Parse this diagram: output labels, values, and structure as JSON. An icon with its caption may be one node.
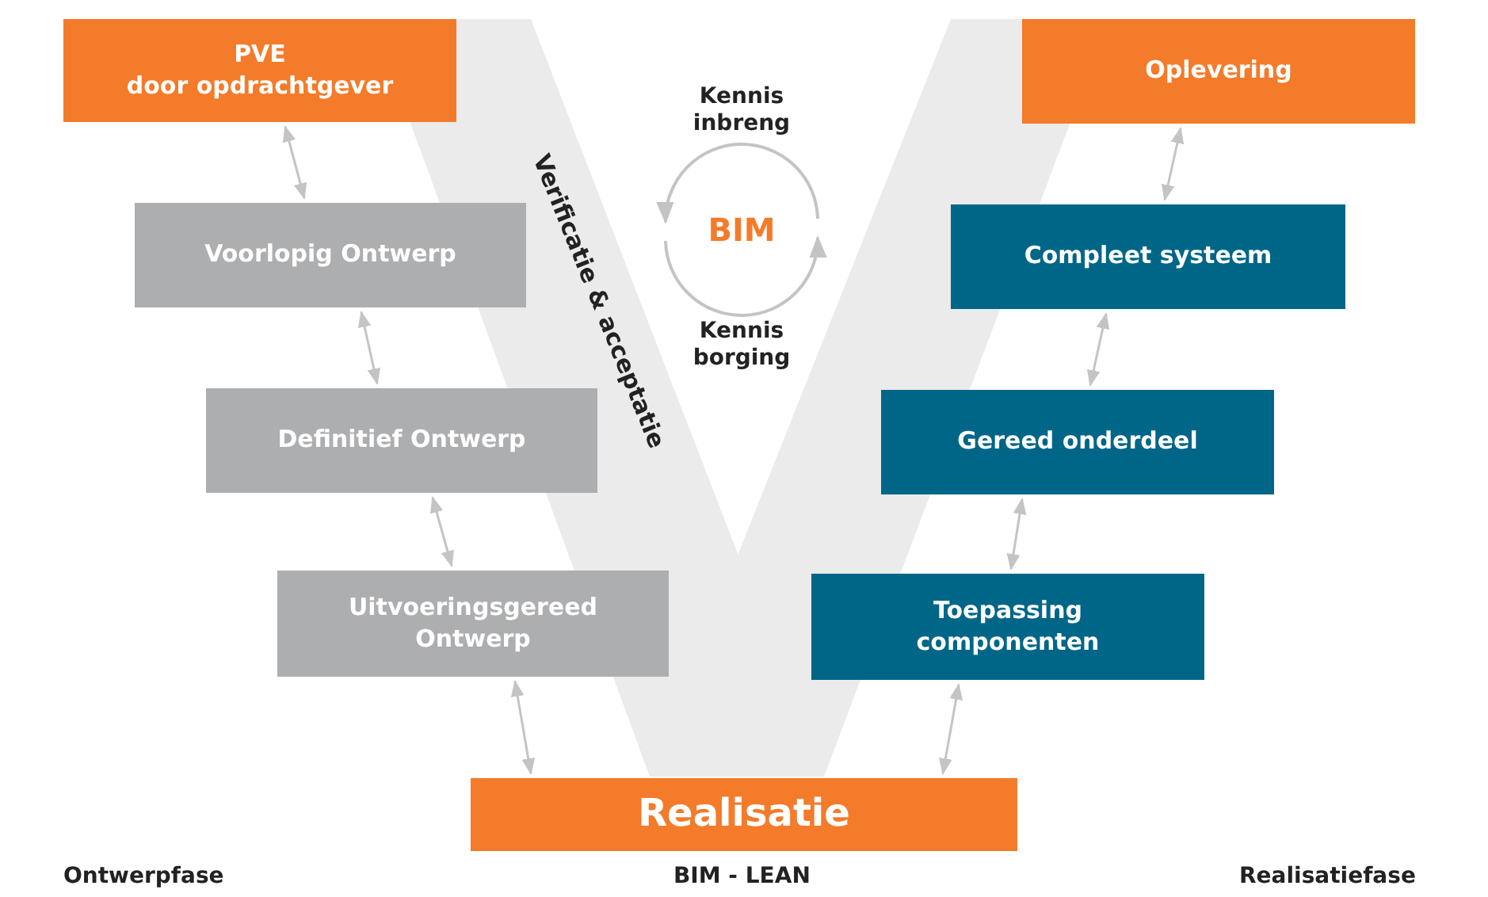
{
  "diagram": {
    "nodes": [
      {
        "text": [
          "PVE",
          "door opdrachtgever"
        ]
      },
      {
        "text": [
          "Voorlopig Ontwerp"
        ]
      },
      {
        "text": [
          "Definitief Ontwerp"
        ]
      },
      {
        "text": [
          "Uitvoeringsgereed Ontwerp"
        ]
      },
      {
        "text": [
          "Realisatie"
        ]
      },
      {
        "text": [
          "Toepassing componenten"
        ]
      },
      {
        "text": [
          "Gereed onderdeel"
        ]
      },
      {
        "text": [
          "Compleet systeem"
        ]
      },
      {
        "text": [
          "Oplevering"
        ]
      },
      {
        "text": [
          "BIM"
        ]
      }
    ],
    "edges": [
      {
        "from": 0,
        "to": 1,
        "arrow": "both"
      },
      {
        "from": 1,
        "to": 2,
        "arrow": "both"
      },
      {
        "from": 2,
        "to": 3,
        "arrow": "both"
      },
      {
        "from": 3,
        "to": 4,
        "arrow": "both"
      },
      {
        "from": 4,
        "to": 5,
        "arrow": "both"
      },
      {
        "from": 5,
        "to": 6,
        "arrow": "both"
      },
      {
        "from": 6,
        "to": 7,
        "arrow": "both"
      },
      {
        "from": 7,
        "to": 8,
        "arrow": "both"
      }
    ],
    "labels": [
      "Verificatie & acceptatie",
      "Kennis inbreng",
      "Kennis borging",
      "Ontwerpfase",
      "BIM - LEAN",
      "Realisatiefase"
    ]
  }
}
